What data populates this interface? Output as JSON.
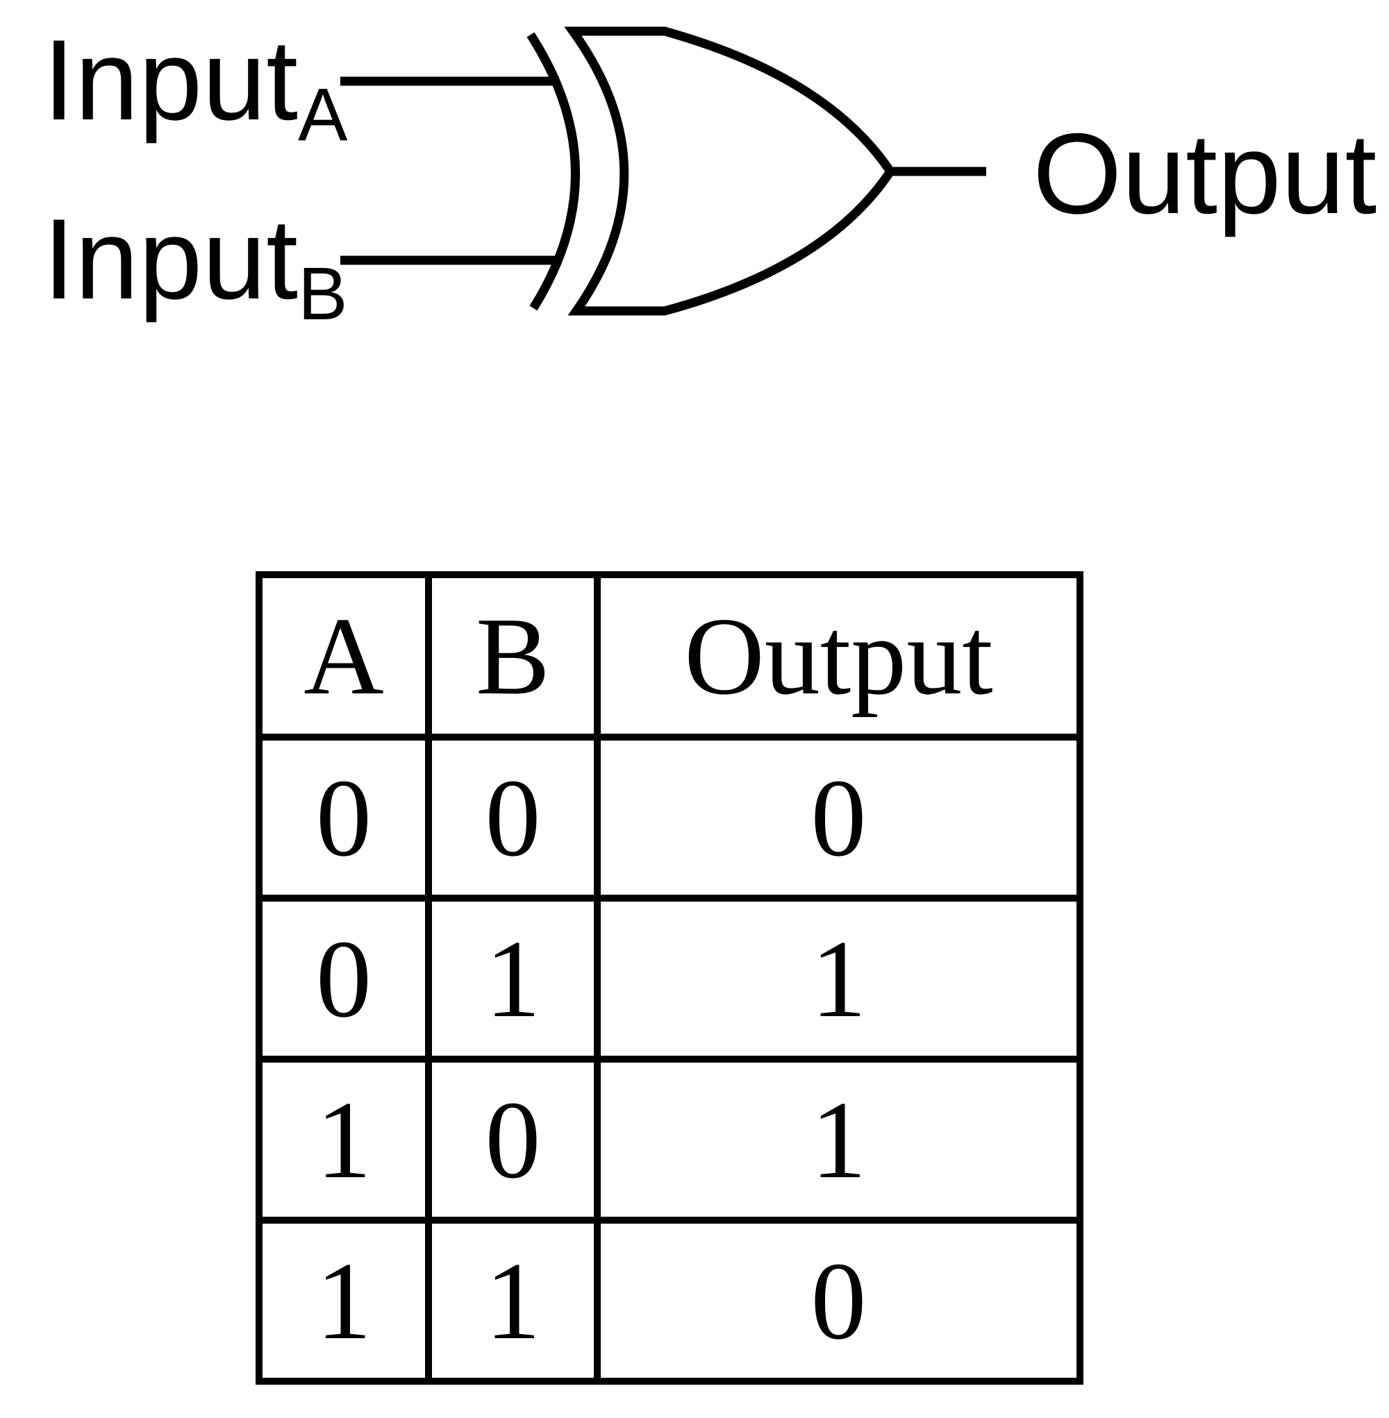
{
  "diagram": {
    "gate_type": "XOR",
    "stroke_color": "#000000",
    "background_color": "#ffffff",
    "input_a": {
      "text": "Input",
      "sub": "A"
    },
    "input_b": {
      "text": "Input",
      "sub": "B"
    },
    "output": {
      "text": "Output"
    }
  },
  "truth_table": {
    "headers": [
      "A",
      "B",
      "Output"
    ],
    "rows": [
      [
        "0",
        "0",
        "0"
      ],
      [
        "0",
        "1",
        "1"
      ],
      [
        "1",
        "0",
        "1"
      ],
      [
        "1",
        "1",
        "0"
      ]
    ]
  }
}
